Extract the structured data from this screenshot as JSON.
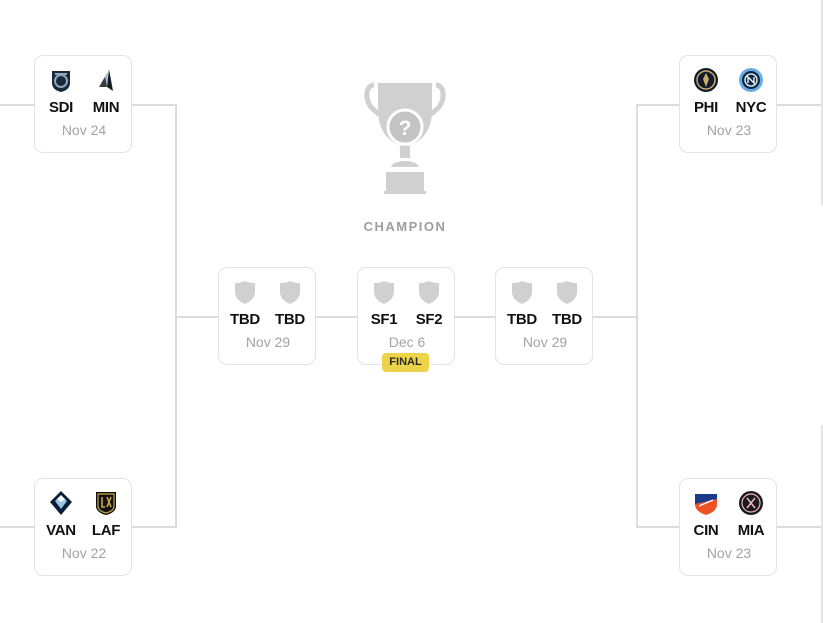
{
  "champion_label": "CHAMPION",
  "champion_icon": "trophy-question-icon",
  "final_badge": "FINAL",
  "matches": [
    {
      "id": "sdi-min",
      "home": "SDI",
      "away": "MIN",
      "home_icon": "san-diego-fc-crest-icon",
      "away_icon": "minnesota-united-crest-icon",
      "date": "Nov 24"
    },
    {
      "id": "van-laf",
      "home": "VAN",
      "away": "LAF",
      "home_icon": "vancouver-whitecaps-crest-icon",
      "away_icon": "lafc-crest-icon",
      "date": "Nov 22"
    },
    {
      "id": "sf-left",
      "home": "TBD",
      "away": "TBD",
      "home_icon": "placeholder-shield-icon",
      "away_icon": "placeholder-shield-icon",
      "date": "Nov 29"
    },
    {
      "id": "final",
      "home": "SF1",
      "away": "SF2",
      "home_icon": "placeholder-shield-icon",
      "away_icon": "placeholder-shield-icon",
      "date": "Dec 6"
    },
    {
      "id": "sf-right",
      "home": "TBD",
      "away": "TBD",
      "home_icon": "placeholder-shield-icon",
      "away_icon": "placeholder-shield-icon",
      "date": "Nov 29"
    },
    {
      "id": "phi-nyc",
      "home": "PHI",
      "away": "NYC",
      "home_icon": "philadelphia-union-crest-icon",
      "away_icon": "nycfc-crest-icon",
      "date": "Nov 23"
    },
    {
      "id": "cin-mia",
      "home": "CIN",
      "away": "MIA",
      "home_icon": "fc-cincinnati-crest-icon",
      "away_icon": "inter-miami-crest-icon",
      "date": "Nov 23"
    }
  ],
  "colors": {
    "connector": "#dcdcdc",
    "card_border": "#e3e3e3",
    "date_text": "#a3a3a3",
    "badge_bg": "#ecd34a",
    "placeholder": "#d0d0d0"
  }
}
